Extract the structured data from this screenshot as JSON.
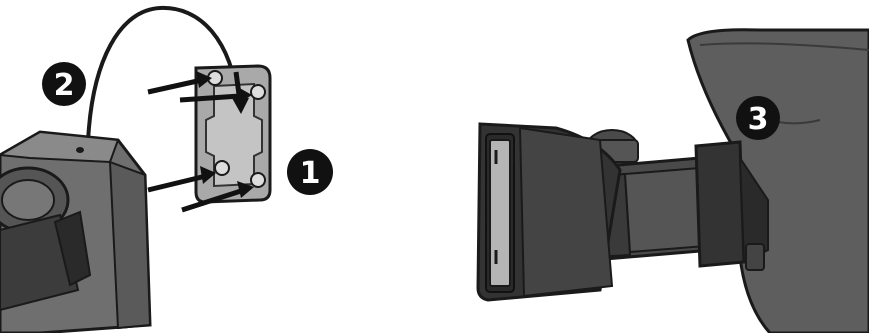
{
  "steps": [
    {
      "number": "1"
    },
    {
      "number": "2"
    },
    {
      "number": "3"
    }
  ],
  "colors": {
    "outline": "#1a1a1a",
    "camera_body": "#6f6f6f",
    "camera_shadow": "#3c3c3c",
    "plate": "#a9a9a9",
    "bracket_dark": "#333333",
    "bracket_mid": "#4a4a4a",
    "wall": "#5e5e5e",
    "badge": "#111111",
    "badge_text": "#ffffff"
  },
  "icons": [
    "mounting-plate",
    "screw-arrow",
    "cable",
    "camera-body",
    "wall-bracket"
  ]
}
